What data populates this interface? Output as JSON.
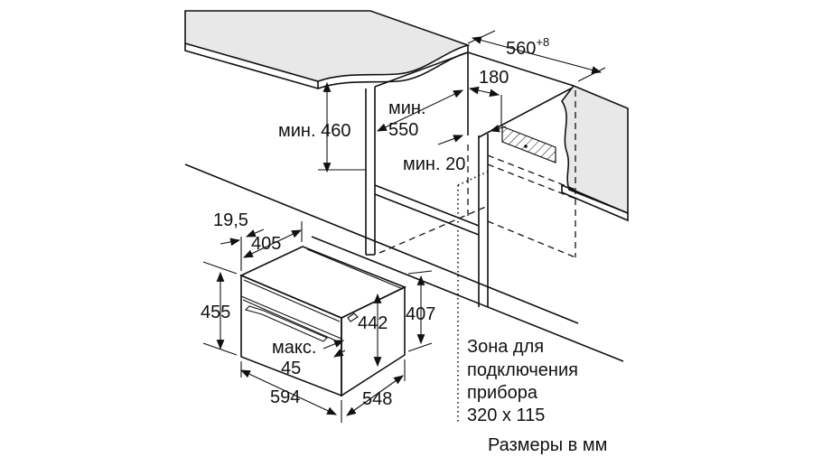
{
  "dimensions": {
    "niche_height_min": "мин. 460",
    "niche_depth_min_label": "мин.",
    "niche_depth_min_value": "550",
    "gap_min": "мин. 20",
    "cutout_offset": "180",
    "niche_width": "560",
    "niche_width_tolerance": "+8",
    "front_frame": "19,5",
    "top_depth": "405",
    "front_height": "455",
    "body_height": "442",
    "side_height": "407",
    "panel_gap_label": "макс.",
    "panel_gap_value": "45",
    "front_width": "594",
    "body_depth": "548"
  },
  "connection_zone": {
    "line1": "Зона для",
    "line2": "подключения",
    "line3": "прибора",
    "line4": "320 x 115"
  },
  "units_note": "Размеры в мм",
  "colors": {
    "countertop": "#e8e8e8",
    "lines": "#111111"
  }
}
